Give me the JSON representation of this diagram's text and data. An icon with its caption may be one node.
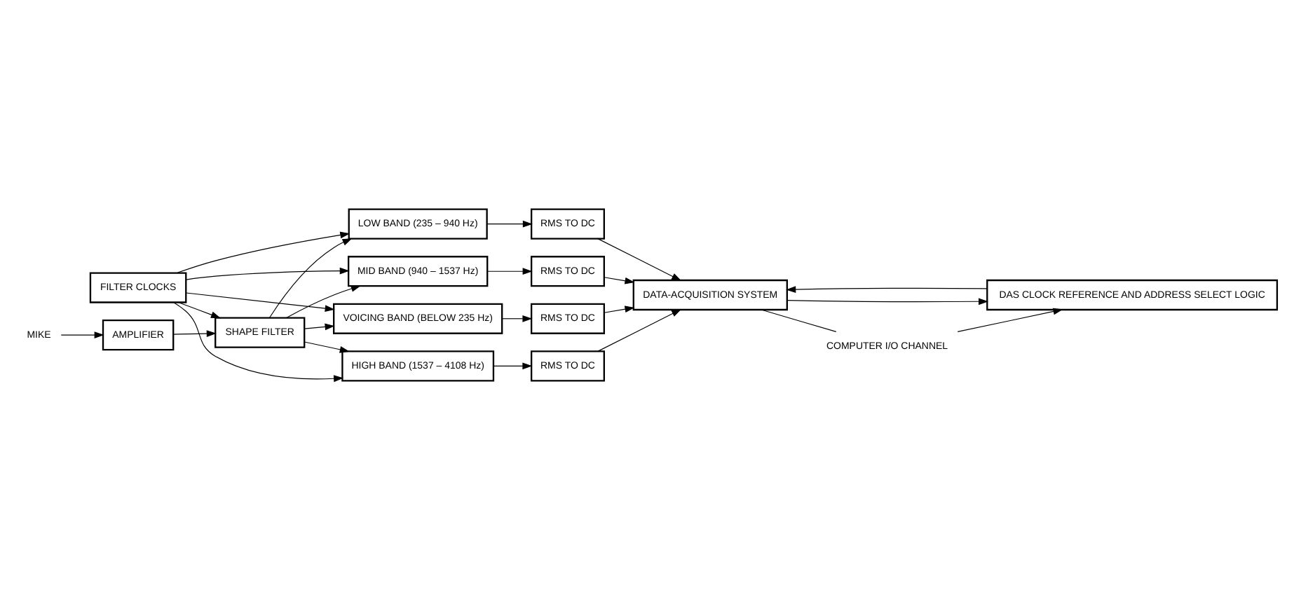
{
  "diagram": {
    "nodes": [
      {
        "text": [
          "MIKE"
        ]
      },
      {
        "text": [
          "AMPLIFIER"
        ]
      },
      {
        "text": [
          "SHAPE FILTER"
        ]
      },
      {
        "text": [
          "FILTER CLOCKS"
        ]
      },
      {
        "text": [
          "VOICING BAND (BELOW 235 Hz)"
        ]
      },
      {
        "text": [
          "LOW BAND (235 – 940 Hz)"
        ]
      },
      {
        "text": [
          "MID BAND (940 – 1537 Hz)"
        ]
      },
      {
        "text": [
          "HIGH BAND (1537 – 4108 Hz)"
        ]
      },
      {
        "text": [
          "RMS TO DC"
        ]
      },
      {
        "text": [
          "RMS TO DC"
        ]
      },
      {
        "text": [
          "RMS TO DC"
        ]
      },
      {
        "text": [
          "RMS TO DC"
        ]
      },
      {
        "text": [
          "DAS CLOCK REFERENCE AND ADDRESS SELECT LOGIC"
        ]
      },
      {
        "text": [
          "DATA-ACQUISITION SYSTEM"
        ]
      },
      {
        "text": [
          "COMPUTER I/O CHANNEL"
        ]
      }
    ],
    "edges": [
      {
        "from": 0,
        "to": 1,
        "arrow": "to"
      },
      {
        "from": 1,
        "to": 2,
        "arrow": "to"
      },
      {
        "from": 3,
        "to": 2,
        "arrow": "to"
      },
      {
        "from": 2,
        "to": 4,
        "arrow": "to"
      },
      {
        "from": 2,
        "to": 5,
        "arrow": "to"
      },
      {
        "from": 2,
        "to": 6,
        "arrow": "to"
      },
      {
        "from": 2,
        "to": 7,
        "arrow": "to"
      },
      {
        "from": 3,
        "to": 4,
        "arrow": "to"
      },
      {
        "from": 3,
        "to": 5,
        "arrow": "to"
      },
      {
        "from": 3,
        "to": 6,
        "arrow": "to"
      },
      {
        "from": 3,
        "to": 7,
        "arrow": "to"
      },
      {
        "from": 4,
        "to": 8,
        "arrow": "to"
      },
      {
        "from": 5,
        "to": 9,
        "arrow": "to"
      },
      {
        "from": 6,
        "to": 10,
        "arrow": "to"
      },
      {
        "from": 7,
        "to": 11,
        "arrow": "to"
      },
      {
        "from": 8,
        "to": 13,
        "arrow": "to"
      },
      {
        "from": 9,
        "to": 13,
        "arrow": "to"
      },
      {
        "from": 10,
        "to": 13,
        "arrow": "to"
      },
      {
        "from": 11,
        "to": 13,
        "arrow": "to"
      },
      {
        "from": 12,
        "to": 13,
        "arrow": "to"
      },
      {
        "from": 13,
        "to": 12,
        "arrow": "to"
      },
      {
        "from": 14,
        "to": 12,
        "arrow": "to"
      },
      {
        "from": 13,
        "to": 14,
        "arrow": "none"
      }
    ]
  }
}
